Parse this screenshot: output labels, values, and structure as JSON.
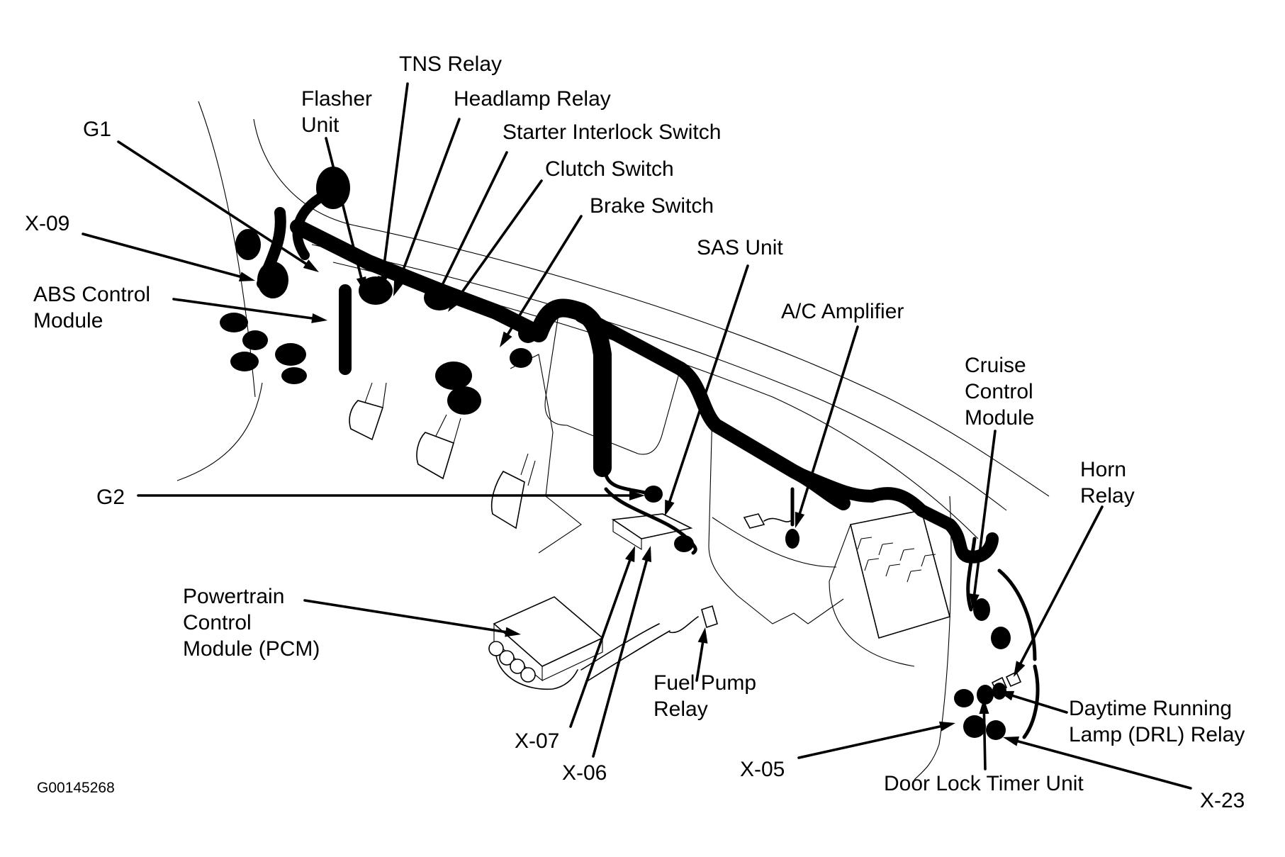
{
  "figure_id": "G00145268",
  "colors": {
    "ink": "#000000",
    "paper": "#ffffff"
  },
  "callouts": [
    {
      "id": "tns-relay",
      "lines": [
        "TNS Relay"
      ]
    },
    {
      "id": "flasher-unit",
      "lines": [
        "Flasher",
        "Unit"
      ]
    },
    {
      "id": "headlamp-relay",
      "lines": [
        "Headlamp Relay"
      ]
    },
    {
      "id": "g1",
      "lines": [
        "G1"
      ]
    },
    {
      "id": "starter-interlock",
      "lines": [
        "Starter Interlock Switch"
      ]
    },
    {
      "id": "clutch-switch",
      "lines": [
        "Clutch Switch"
      ]
    },
    {
      "id": "x-09",
      "lines": [
        "X-09"
      ]
    },
    {
      "id": "brake-switch",
      "lines": [
        "Brake Switch"
      ]
    },
    {
      "id": "sas-unit",
      "lines": [
        "SAS Unit"
      ]
    },
    {
      "id": "abs-control-module",
      "lines": [
        "ABS Control",
        "Module"
      ]
    },
    {
      "id": "ac-amplifier",
      "lines": [
        "A/C Amplifier"
      ]
    },
    {
      "id": "cruise-control-module",
      "lines": [
        "Cruise",
        "Control",
        "Module"
      ]
    },
    {
      "id": "horn-relay",
      "lines": [
        "Horn",
        "Relay"
      ]
    },
    {
      "id": "g2",
      "lines": [
        "G2"
      ]
    },
    {
      "id": "pcm",
      "lines": [
        "Powertrain",
        "Control",
        "Module (PCM)"
      ]
    },
    {
      "id": "fuel-pump-relay",
      "lines": [
        "Fuel Pump",
        "Relay"
      ]
    },
    {
      "id": "daytime-running-lamp-relay",
      "lines": [
        "Daytime Running",
        "Lamp (DRL) Relay"
      ]
    },
    {
      "id": "x-07",
      "lines": [
        "X-07"
      ]
    },
    {
      "id": "x-06",
      "lines": [
        "X-06"
      ]
    },
    {
      "id": "x-05",
      "lines": [
        "X-05"
      ]
    },
    {
      "id": "door-lock-timer-unit",
      "lines": [
        "Door Lock Timer Unit"
      ]
    },
    {
      "id": "x-23",
      "lines": [
        "X-23"
      ]
    }
  ]
}
